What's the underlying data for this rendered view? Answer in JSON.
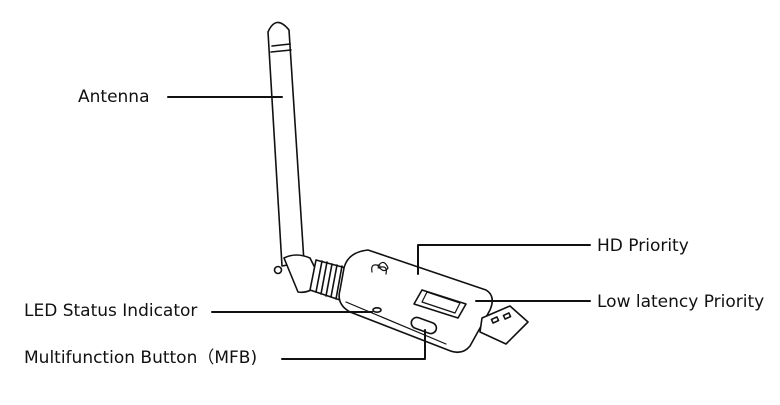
{
  "labels": {
    "antenna": "Antenna",
    "hd_priority": "HD Priority",
    "low_latency_priority": "Low latency Priority",
    "led_status_indicator": "LED Status Indicator",
    "multifunction_button": "Multifunction Button（MFB)"
  },
  "colors": {
    "line": "#111111",
    "background": "#ffffff"
  }
}
